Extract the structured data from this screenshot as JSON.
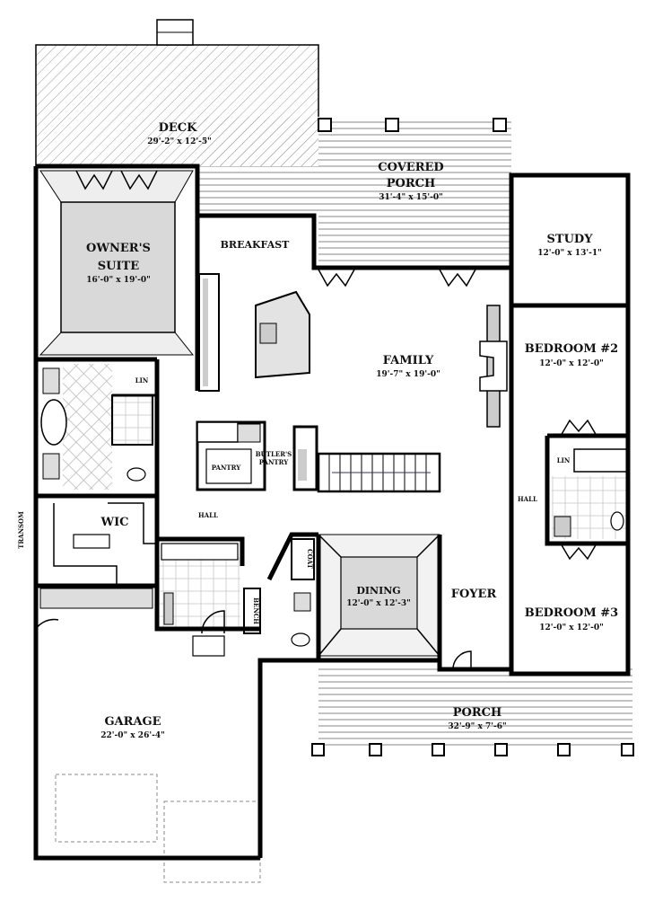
{
  "plan": {
    "rooms": {
      "deck": {
        "name": "DECK",
        "dim": "29'-2\" x 12'-5\""
      },
      "covered_porch": {
        "name1": "COVERED",
        "name2": "PORCH",
        "dim": "31'-4\" x 15'-0\""
      },
      "owners_suite": {
        "name1": "OWNER'S",
        "name2": "SUITE",
        "dim": "16'-0\" x 19'-0\""
      },
      "breakfast": {
        "name": "BREAKFAST"
      },
      "study": {
        "name": "STUDY",
        "dim": "12'-0\" x 13'-1\""
      },
      "family": {
        "name": "FAMILY",
        "dim": "19'-7\" x 19'-0\""
      },
      "bedroom2": {
        "name": "BEDROOM #2",
        "dim": "12'-0\" x 12'-0\""
      },
      "bedroom3": {
        "name": "BEDROOM #3",
        "dim": "12'-0\" x 12'-0\""
      },
      "dining": {
        "name": "DINING",
        "dim": "12'-0\" x 12'-3\""
      },
      "foyer": {
        "name": "FOYER"
      },
      "porch": {
        "name": "PORCH",
        "dim": "32'-9\" x 7'-6\""
      },
      "garage": {
        "name": "GARAGE",
        "dim": "22'-0\" x 26'-4\""
      },
      "wic": {
        "name": "WIC"
      }
    },
    "labels": {
      "lin1": "LIN",
      "lin2": "LIN",
      "pantry": "PANTRY",
      "butler1": "BUTLER'S",
      "butler2": "PANTRY",
      "hall1": "HALL",
      "hall2": "HALL",
      "coat": "COAT",
      "bench": "BENCH",
      "transom": "TRANSOM"
    },
    "colors": {
      "wall": "#000000",
      "floor_gray": "#d9d9d9",
      "hatch": "#9a9a9a"
    }
  }
}
